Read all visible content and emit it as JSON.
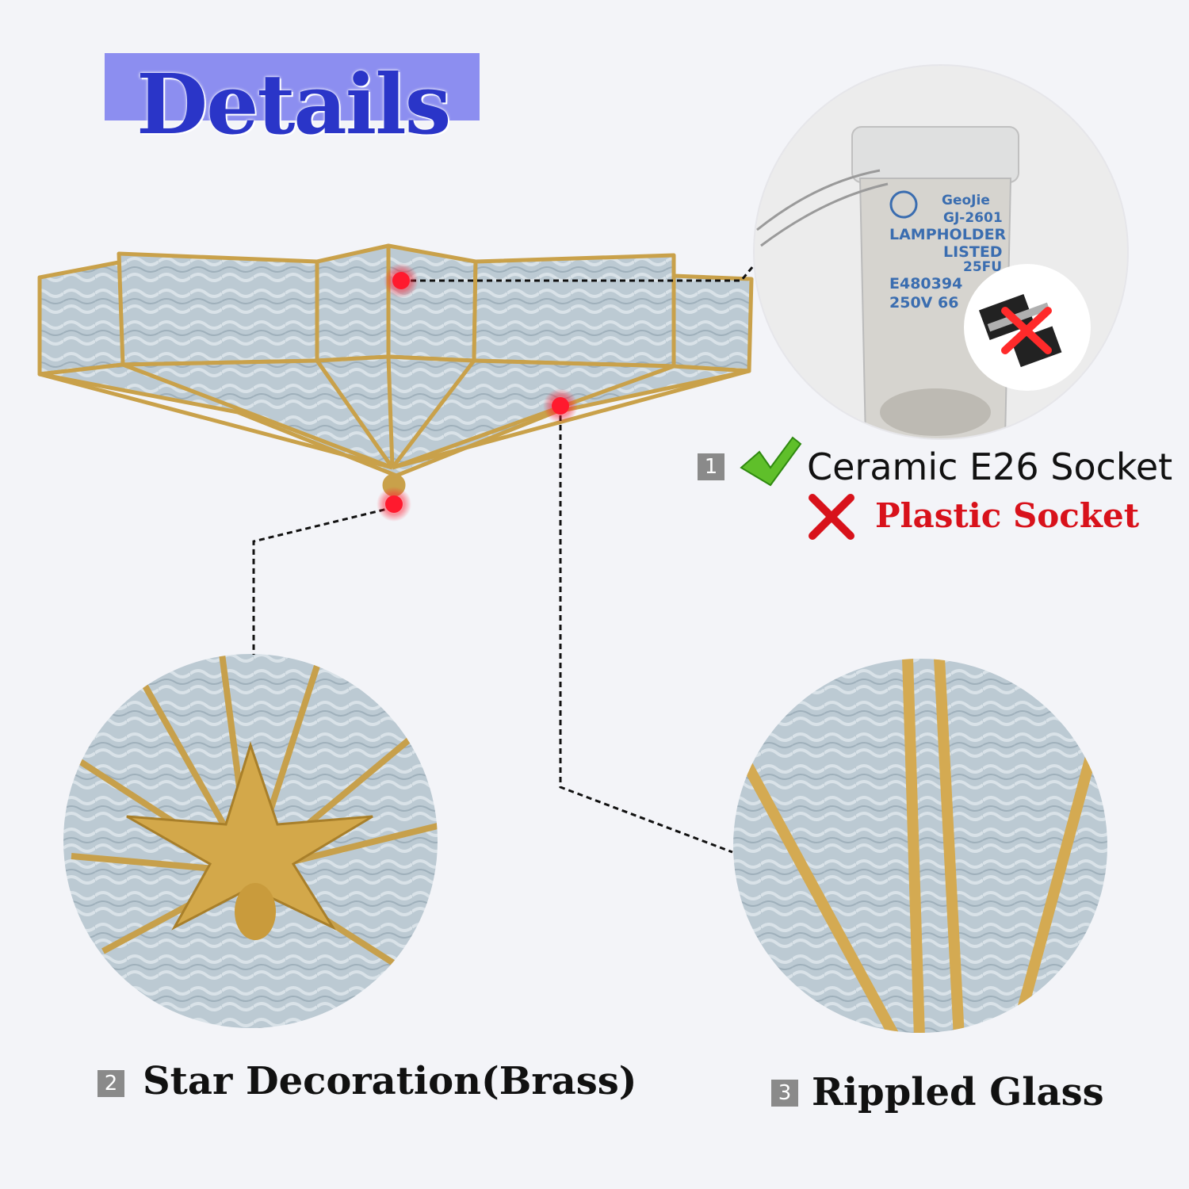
{
  "header": {
    "title": "Details"
  },
  "colors": {
    "background": "#f3f4f8",
    "title_band": "#8c8ef0",
    "title_text": "#2a35c8",
    "brass": "#c9a14a",
    "glass": "#b9c6cf",
    "marker": "#ff1a2e",
    "wrong": "#d8121b",
    "check": "#5fbf2a"
  },
  "socket_photo": {
    "brand": "GeoJie",
    "model": "GJ-2601",
    "line3": "LAMPHOLDER",
    "line4": "LISTED",
    "line5": "25FU",
    "line6": "E480394",
    "line7": "250V 66"
  },
  "callouts": [
    {
      "number": "1",
      "label": "Ceramic E26 Socket",
      "wrong_label": "Plastic Socket",
      "check_icon": "checkmark-icon",
      "cross_icon": "red-x-icon"
    },
    {
      "number": "2",
      "label": "Star Decoration(Brass)"
    },
    {
      "number": "3",
      "label": "Rippled Glass"
    }
  ]
}
